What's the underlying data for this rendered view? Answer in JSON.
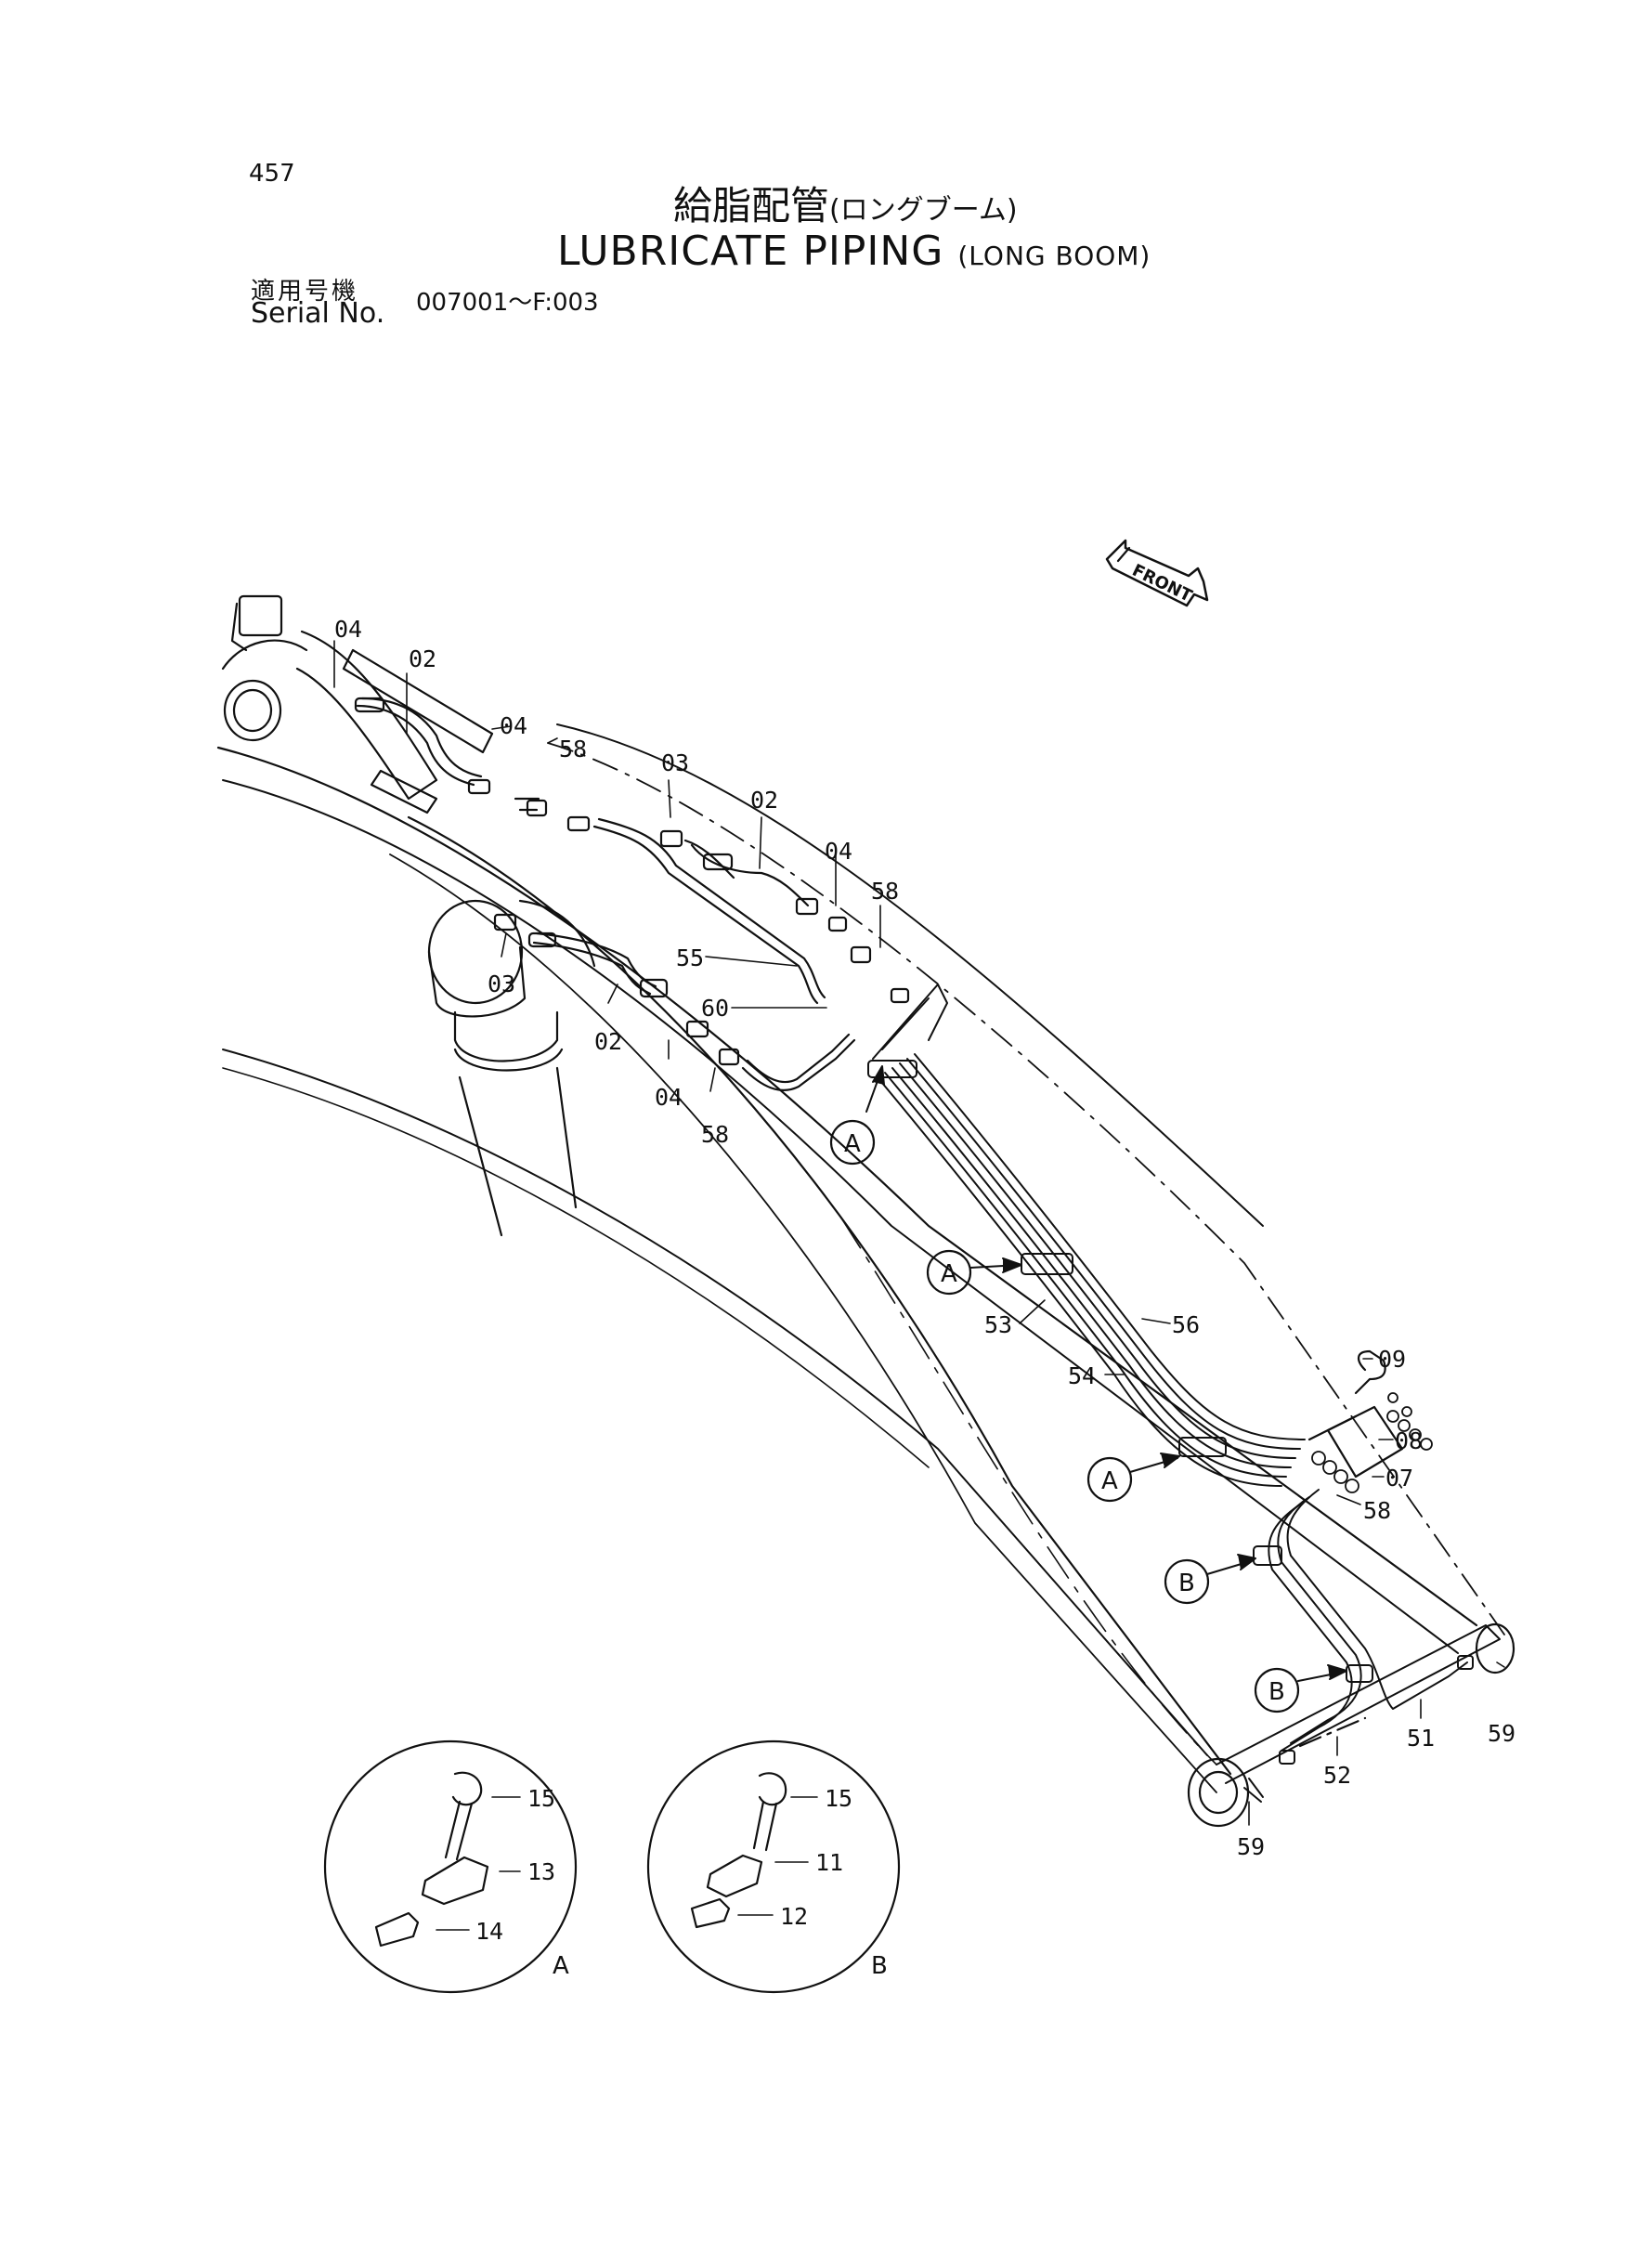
{
  "header": {
    "page_number": "457",
    "title_jp": "給脂配管",
    "title_jp_sub": "(ロングブーム)",
    "title_en": "LUBRICATE PIPING",
    "title_en_sub": "(LONG BOOM)",
    "serial_label_jp": "適用号機",
    "serial_label_en": "Serial No.",
    "serial_range": "007001～F:003"
  },
  "diagram": {
    "front_label": "FRONT",
    "part_labels": {
      "p04a": "04",
      "p02a": "02",
      "p04b": "04",
      "p58a": "58",
      "p03a": "03",
      "p02b": "02",
      "p04c": "04",
      "p58b": "58",
      "p55": "55",
      "p60": "60",
      "p03b": "03",
      "p02c": "02",
      "p04d": "04",
      "p58c": "58",
      "p53": "53",
      "p56": "56",
      "p54": "54",
      "p09": "09",
      "p08": "08",
      "p07": "07",
      "p58d": "58",
      "p59a": "59",
      "p51": "51",
      "p52": "52",
      "p59b": "59"
    },
    "callouts": {
      "a1": "A",
      "a2": "A",
      "a3": "A",
      "b1": "B",
      "b2": "B"
    },
    "detail_a": {
      "label": "A",
      "parts": {
        "p15": "15",
        "p13": "13",
        "p14": "14"
      }
    },
    "detail_b": {
      "label": "B",
      "parts": {
        "p15": "15",
        "p11": "11",
        "p12": "12"
      }
    }
  }
}
